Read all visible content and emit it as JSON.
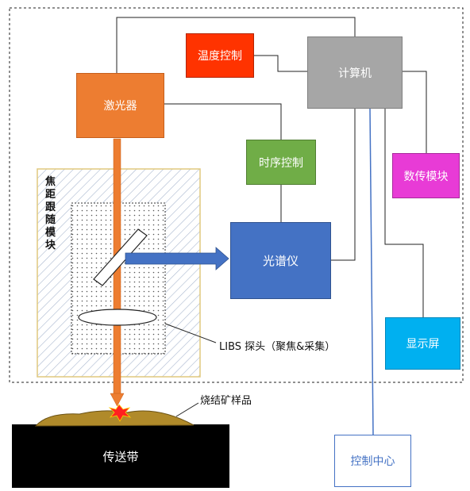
{
  "blocks": {
    "laser": "激光器",
    "temp_control": "温度控制",
    "computer": "计算机",
    "timing_control": "时序控制",
    "data_transmission": "数传模块",
    "spectrometer": "光谱仪",
    "display": "显示屏",
    "control_center": "控制中心",
    "conveyor_belt": "传送带"
  },
  "labels": {
    "focus_tracking_module": "焦距跟随模块",
    "libs_probe": "LIBS 探头（聚焦&采集）",
    "sinter_sample": "烧结矿样品"
  },
  "colors": {
    "laser": "#ED7D31",
    "temp_control": "#FF3300",
    "computer": "#A6A6A6",
    "timing_control": "#70AD47",
    "data_transmission": "#E83BD6",
    "spectrometer": "#4472C4",
    "display": "#00B0F0",
    "control_center_border": "#4472C4",
    "conveyor_belt": "#000000",
    "focus_module_border": "#E0C87E",
    "sample": "#B08A2A"
  }
}
